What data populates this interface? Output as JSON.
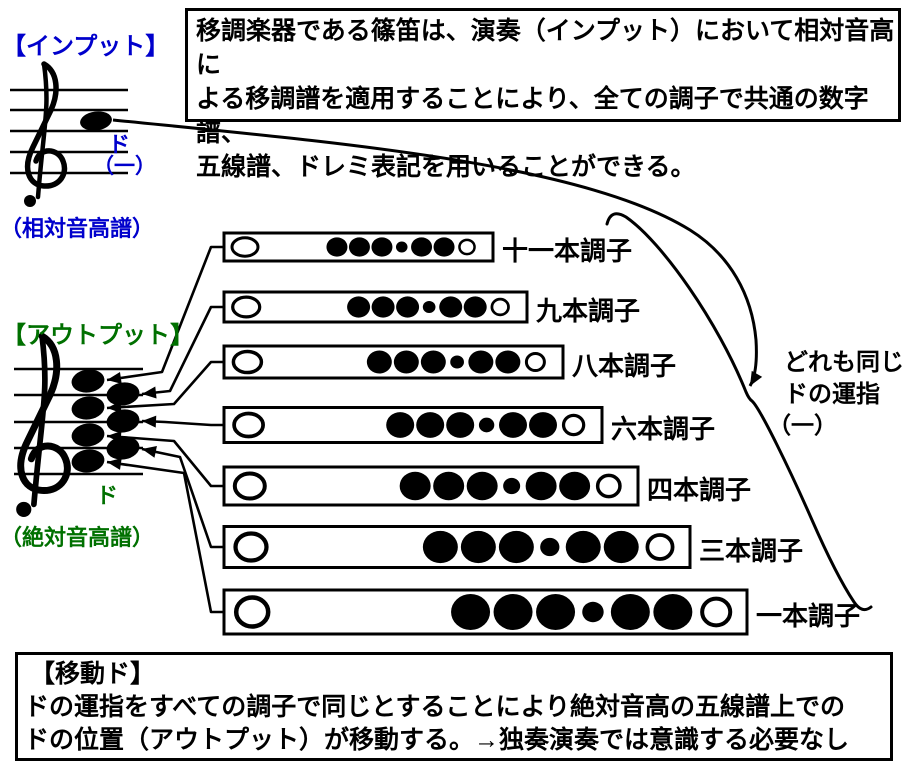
{
  "colors": {
    "input_blue": "#0000CC",
    "output_green": "#007000",
    "ink": "#000000",
    "flute_fill": "#ffffff"
  },
  "top_box": {
    "text": "移調楽器である篠笛は、演奏（インプット）において相対音高に\nよる移調譜を適用することにより、全ての調子で共通の数字譜、\n五線譜、ドレミ表記を用いることができる。"
  },
  "input": {
    "label": "【インプット】",
    "note_name": "ド",
    "note_number": "（一）",
    "caption": "（相対音高譜）"
  },
  "output": {
    "label": "【アウトプット】",
    "note_name": "ド",
    "caption": "（絶対音高譜）"
  },
  "side_note": {
    "line1": "どれも同じ",
    "line2": "ドの運指",
    "line3": "（一）"
  },
  "bottom_box": {
    "title": "【移動ド】",
    "text": "ドの運指をすべての調子で同じとすることにより絶対音高の五線譜上での\nドの位置（アウトプット）が移動する。→独奏演奏では意識する必要なし"
  },
  "flutes": [
    {
      "label": "十一本調子",
      "holes": [
        "open",
        "filled",
        "filled",
        "filled",
        "small-filled",
        "filled",
        "filled",
        "small-open"
      ]
    },
    {
      "label": "九本調子",
      "holes": [
        "open",
        "filled",
        "filled",
        "filled",
        "small-filled",
        "filled",
        "filled",
        "small-open"
      ]
    },
    {
      "label": "八本調子",
      "holes": [
        "open",
        "filled",
        "filled",
        "filled",
        "small-filled",
        "filled",
        "filled",
        "small-open"
      ]
    },
    {
      "label": "六本調子",
      "holes": [
        "open",
        "filled",
        "filled",
        "filled",
        "small-filled",
        "filled",
        "filled",
        "small-open"
      ]
    },
    {
      "label": "四本調子",
      "holes": [
        "open",
        "filled",
        "filled",
        "filled",
        "small-filled",
        "filled",
        "filled",
        "small-open"
      ]
    },
    {
      "label": "三本調子",
      "holes": [
        "open",
        "filled",
        "filled",
        "filled",
        "small-filled",
        "filled",
        "filled",
        "small-open"
      ]
    },
    {
      "label": "一本調子",
      "holes": [
        "open",
        "filled",
        "filled",
        "filled",
        "small-filled",
        "filled",
        "filled",
        "small-open"
      ]
    }
  ],
  "icons": {
    "treble_clef": "treble-clef-icon",
    "note_head": "note-head",
    "arrow": "arrow-head"
  }
}
